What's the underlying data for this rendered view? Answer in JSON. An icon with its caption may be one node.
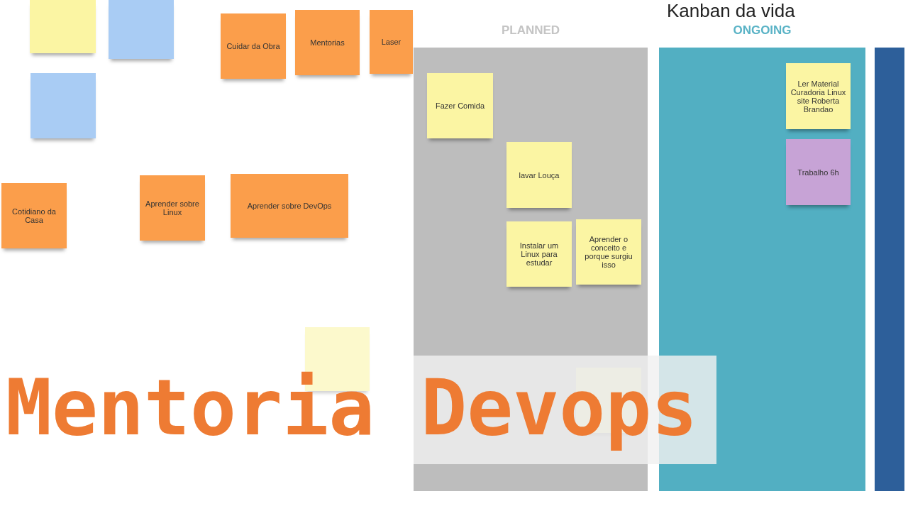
{
  "diagram": {
    "title": "Kanban da vida",
    "caption": "Mentoria Devops",
    "nodes": [
      {
        "text": [],
        "shape": "box"
      },
      {
        "text": [],
        "shape": "box"
      },
      {
        "text": [
          "Cuidar da Obra"
        ]
      },
      {
        "text": [
          "Mentorias"
        ]
      },
      {
        "text": [
          "Laser"
        ]
      },
      {
        "text": [
          "PLANNED"
        ]
      },
      {
        "text": [
          "Fazer Comida"
        ],
        "in": 5
      },
      {
        "text": [
          "ONGOING"
        ]
      },
      {
        "text": [
          "Ler Material Curadoria Linux site Roberta Brandao"
        ],
        "in": 7
      },
      {
        "text": [],
        "shape": "bar"
      },
      {
        "text": [],
        "shape": "box"
      },
      {
        "text": [
          "lavar Louça"
        ],
        "in": 5
      },
      {
        "text": [
          "Trabalho 6h"
        ],
        "in": 7
      },
      {
        "text": [
          "Cotidiano da Casa"
        ]
      },
      {
        "text": [
          "Aprender sobre Linux"
        ]
      },
      {
        "text": [
          "Aprender sobre DevOps"
        ]
      },
      {
        "text": [
          "Instalar um Linux para estudar"
        ],
        "in": 5
      },
      {
        "text": [
          "Aprender o conceito e porque surgiu isso"
        ],
        "in": 5
      },
      {
        "text": [],
        "shape": "box"
      },
      {
        "text": [],
        "shape": "box",
        "in": 5
      }
    ]
  }
}
